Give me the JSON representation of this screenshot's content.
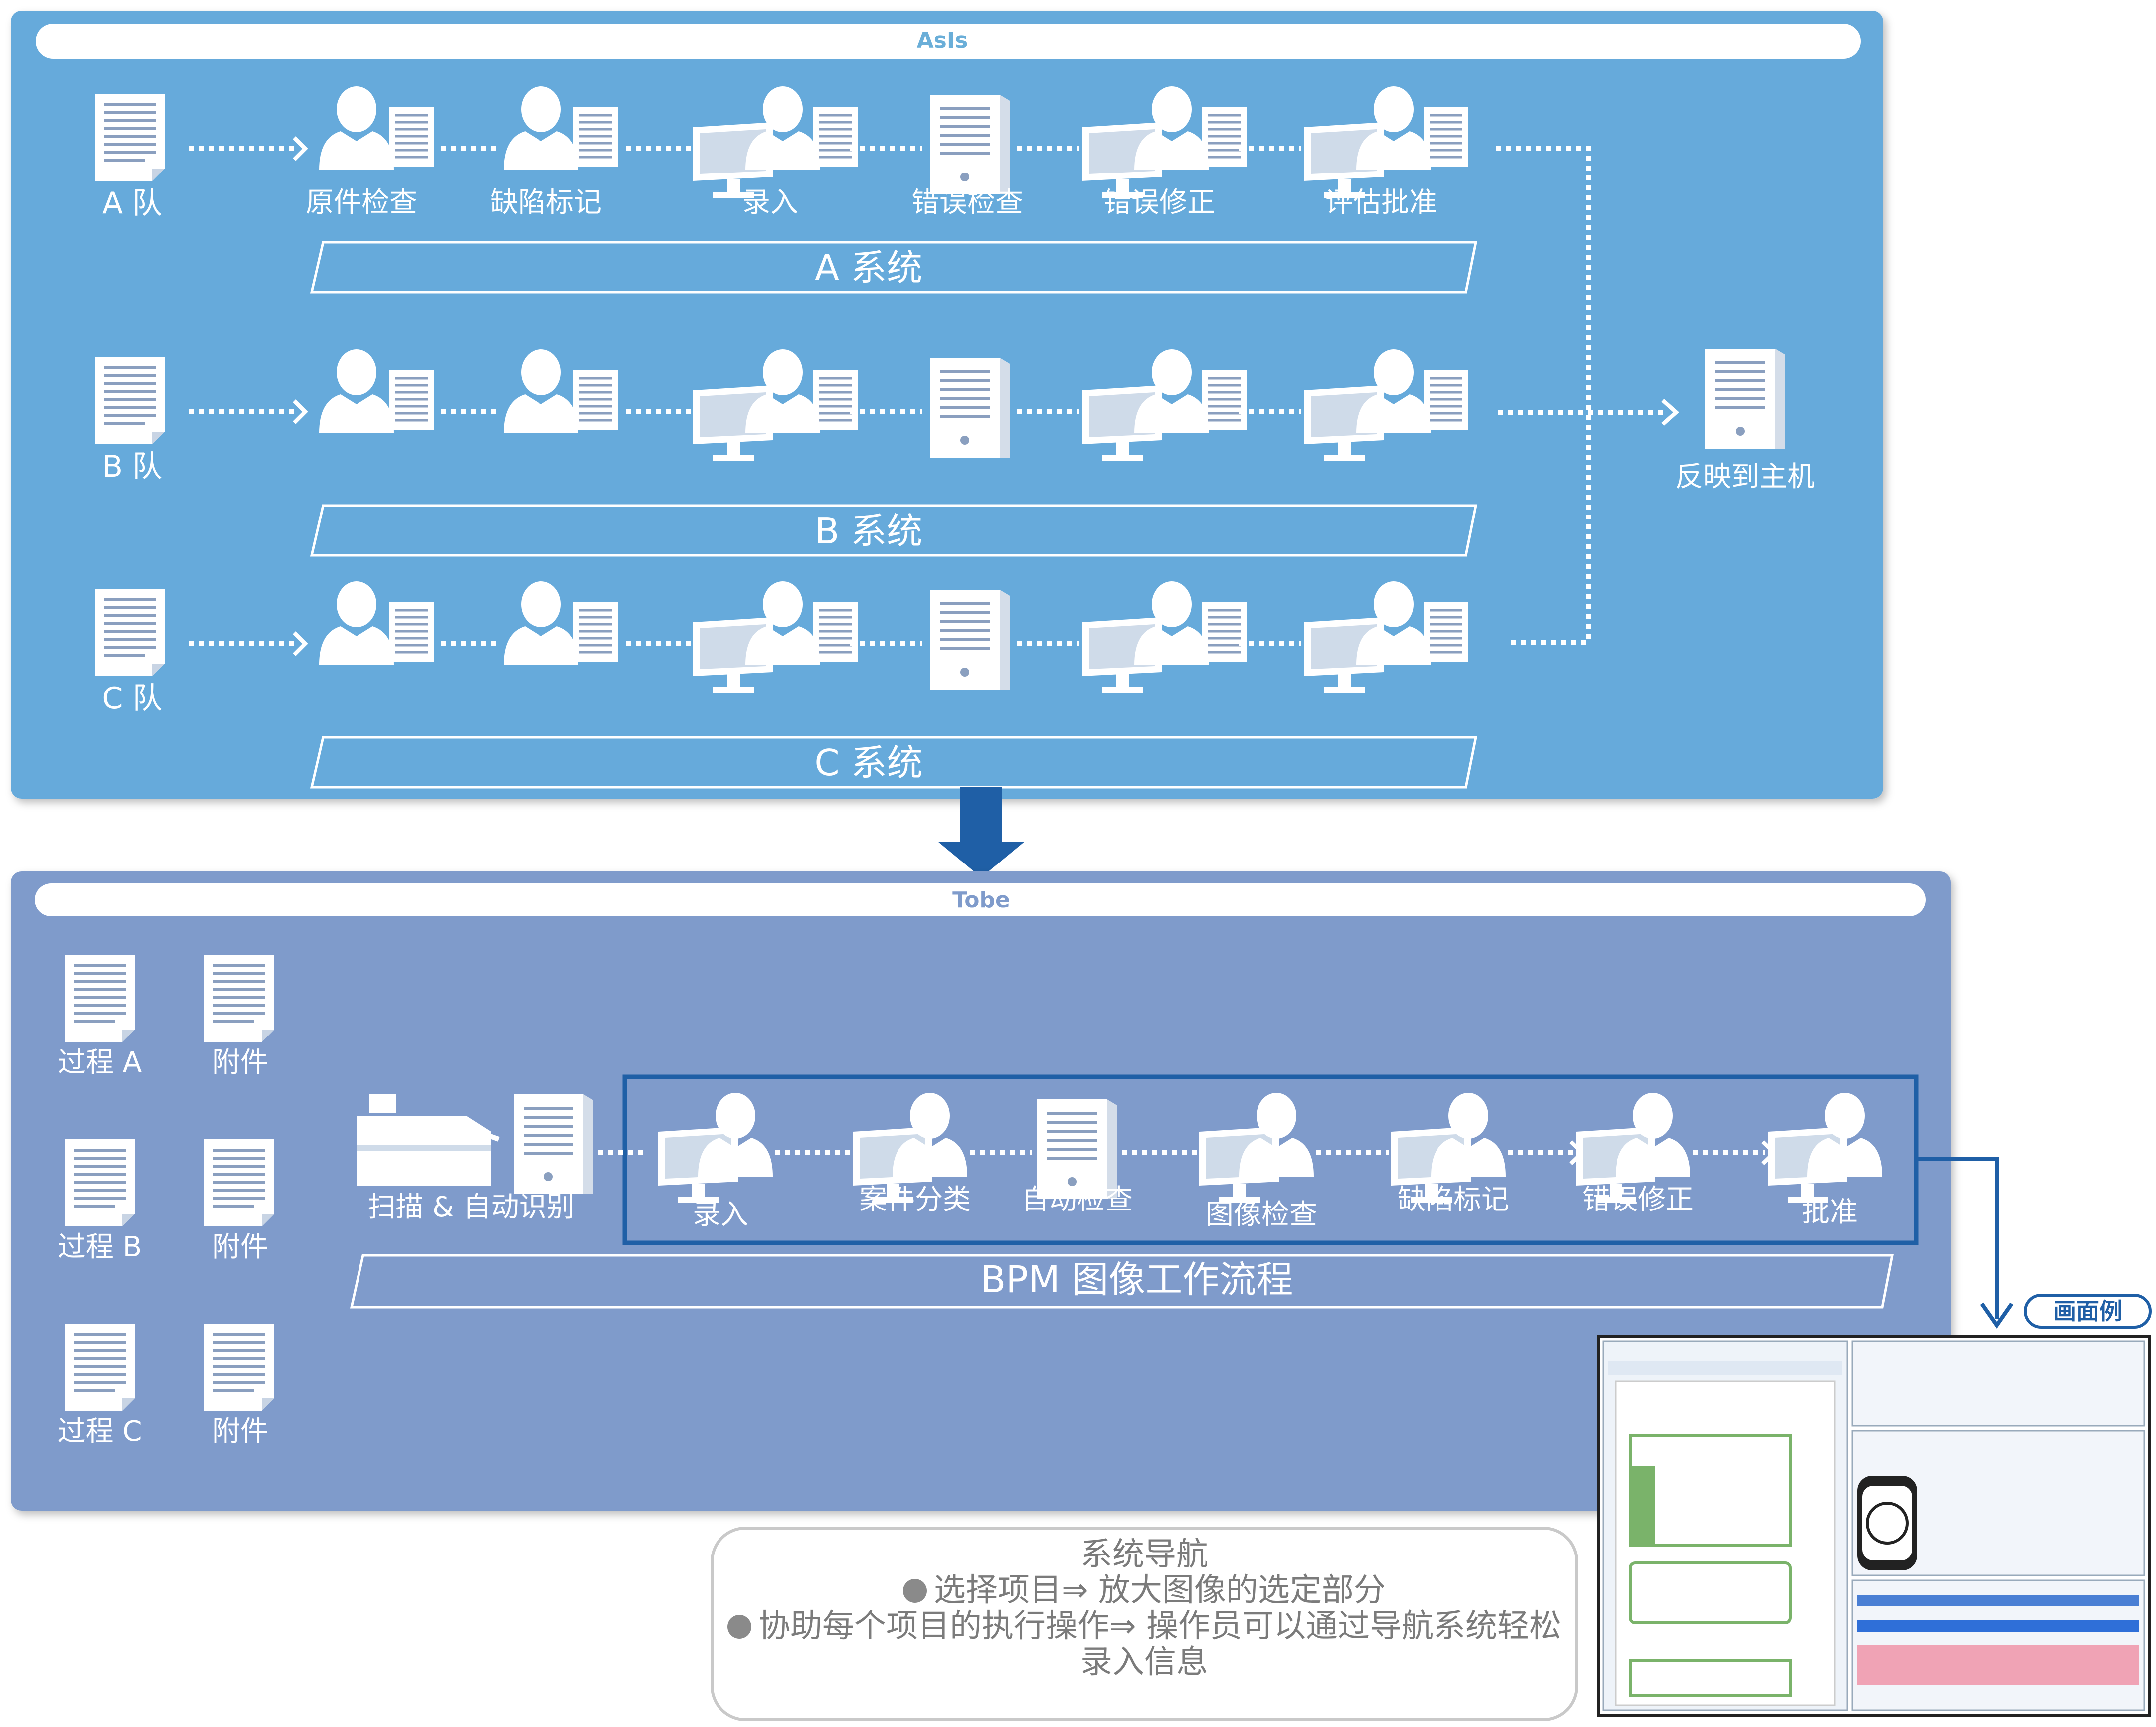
{
  "asis": {
    "header": "AsIs",
    "rows": [
      {
        "team": "A 队",
        "system": "A 系统"
      },
      {
        "team": "B 队",
        "system": "B 系统"
      },
      {
        "team": "C 队",
        "system": "C 系统"
      }
    ],
    "steps": [
      "原件检查",
      "缺陷标记",
      "录入",
      "错误检查",
      "错误修正",
      "评估批准"
    ],
    "host": "反映到主机"
  },
  "tobe": {
    "header": "Tobe",
    "inputs": [
      {
        "process": "过程 A",
        "attach": "附件"
      },
      {
        "process": "过程 B",
        "attach": "附件"
      },
      {
        "process": "过程 C",
        "attach": "附件"
      }
    ],
    "scan_label": "扫描 & 自动识别",
    "steps": [
      "录入",
      "案件分类",
      "自动检查",
      "图像检查",
      "缺陷标记",
      "错误修正",
      "批准"
    ],
    "workflow": "BPM 图像工作流程",
    "screen_example": "画面例"
  },
  "note": {
    "title": "系统导航",
    "line1": "选择项目⇒ 放大图像的选定部分",
    "line2": "协助每个项目的执行操作⇒ 操作员可以通过导航系统轻松",
    "line3": "录入信息"
  },
  "colors": {
    "asis_bg": "#66aadb",
    "tobe_bg": "#7f9bcb",
    "dark_blue": "#1f5fa6"
  }
}
